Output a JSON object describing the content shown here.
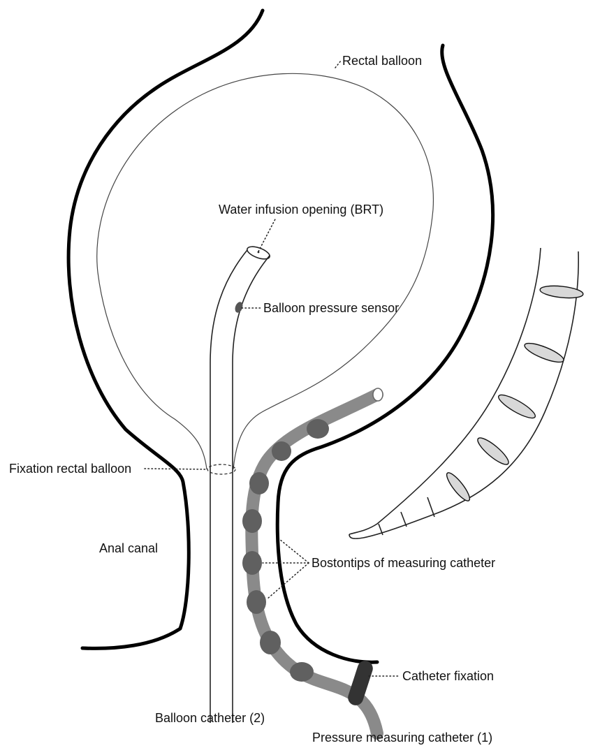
{
  "labels": {
    "rectal_balloon": "Rectal balloon",
    "water_infusion": "Water infusion opening (BRT)",
    "balloon_pressure_sensor": "Balloon pressure sensor",
    "fixation_rectal_balloon": "Fixation rectal balloon",
    "anal_canal": "Anal canal",
    "bostontips": "Bostontips of measuring catheter",
    "catheter_fixation": "Catheter fixation",
    "balloon_catheter": "Balloon catheter (2)",
    "pressure_measuring_catheter": "Pressure measuring catheter (1)"
  },
  "colors": {
    "wall": "#000000",
    "measuring_catheter": "#8a8a8a",
    "bostontip": "#606060",
    "catheter_fixation": "#333333",
    "background": "#ffffff"
  }
}
